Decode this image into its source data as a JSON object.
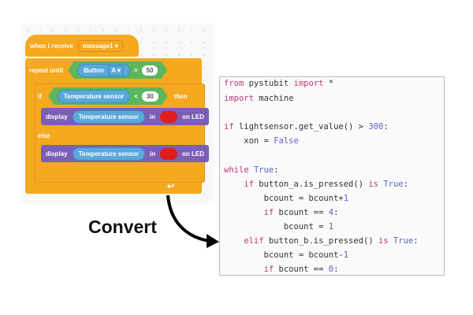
{
  "blocks": {
    "hat": {
      "label": "when I receive",
      "dropdown": "message1 ▾"
    },
    "repeat": {
      "label": "repeat until",
      "sensor": "Button",
      "option": "A ▾",
      "op": "=",
      "value": "50"
    },
    "if": {
      "label": "if",
      "sensor": "Temperature sensor",
      "op": "<",
      "value": "30",
      "then": "then"
    },
    "display1": {
      "label": "display",
      "sensor": "Temperature sensor",
      "in": "in",
      "on": "on LED"
    },
    "else": "else",
    "display2": {
      "label": "display",
      "sensor": "Temperature sensor",
      "in": "in",
      "on": "on LED"
    },
    "loop_icon": "↩"
  },
  "convert_label": "Convert",
  "code": [
    [
      [
        "from ",
        "kw"
      ],
      [
        "pystubit ",
        ""
      ],
      [
        "import ",
        "kw"
      ],
      [
        "*",
        ""
      ]
    ],
    [
      [
        "import ",
        "kw"
      ],
      [
        "machine",
        ""
      ]
    ],
    [],
    [
      [
        "if ",
        "kw"
      ],
      [
        "lightsensor.get_value() > ",
        ""
      ],
      [
        "300",
        "lit"
      ],
      [
        ":",
        ""
      ]
    ],
    [
      [
        "    xon = ",
        ""
      ],
      [
        "False",
        "lit"
      ]
    ],
    [],
    [
      [
        "while ",
        "kw"
      ],
      [
        "True",
        "lit"
      ],
      [
        ":",
        ""
      ]
    ],
    [
      [
        "    if ",
        "kw"
      ],
      [
        "button_a.is_pressed() ",
        ""
      ],
      [
        "is ",
        "kw"
      ],
      [
        "True",
        "lit"
      ],
      [
        ":",
        ""
      ]
    ],
    [
      [
        "        bcount = bcount+",
        ""
      ],
      [
        "1",
        "lit"
      ]
    ],
    [
      [
        "        if ",
        "kw"
      ],
      [
        "bcount == ",
        ""
      ],
      [
        "4",
        "lit"
      ],
      [
        ":",
        ""
      ]
    ],
    [
      [
        "            bcount = ",
        ""
      ],
      [
        "1",
        "lit"
      ]
    ],
    [
      [
        "    elif ",
        "kw"
      ],
      [
        "button_b.is_pressed() ",
        ""
      ],
      [
        "is ",
        "kw"
      ],
      [
        "True",
        "lit"
      ],
      [
        ":",
        ""
      ]
    ],
    [
      [
        "        bcount = bcount-",
        ""
      ],
      [
        "1",
        "lit"
      ]
    ],
    [
      [
        "        if ",
        "kw"
      ],
      [
        "bcount == ",
        ""
      ],
      [
        "0",
        "lit"
      ],
      [
        ":",
        ""
      ]
    ]
  ]
}
